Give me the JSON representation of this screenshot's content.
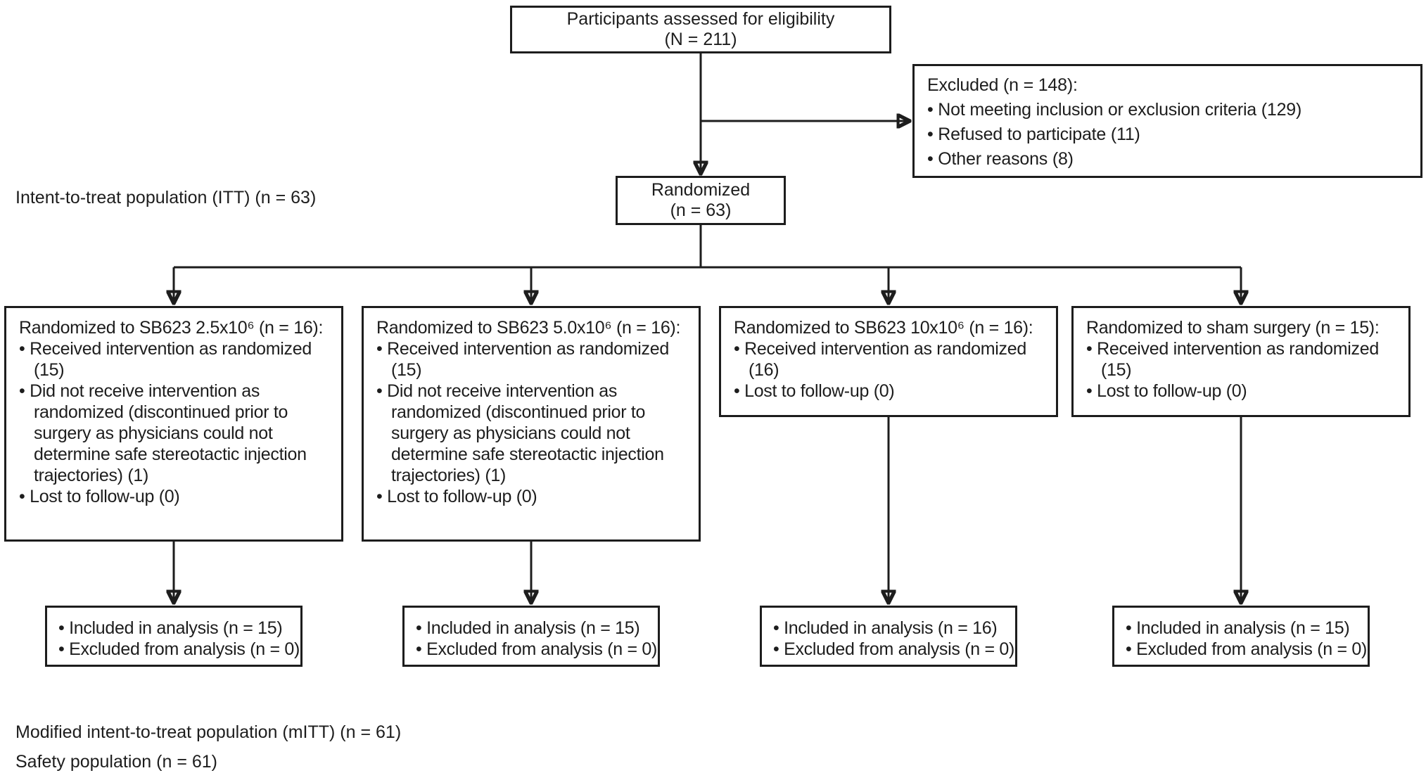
{
  "flow": {
    "colors": {
      "text": "#1d1d1d",
      "line": "#1d1d1d",
      "background": "#ffffff"
    },
    "eligibility": {
      "line1": "Participants assessed for eligibility",
      "line2": "(N = 211)"
    },
    "excluded": {
      "title": "Excluded (n = 148):",
      "items": [
        "• Not meeting inclusion or exclusion criteria (129)",
        "• Refused to participate (11)",
        "• Other reasons (8)"
      ]
    },
    "randomized": {
      "line1": "Randomized",
      "line2": "(n = 63)"
    },
    "itt_label": "Intent-to-treat population (ITT) (n = 63)",
    "arms": [
      {
        "title": "Randomized to SB623 2.5x10⁶ (n = 16):",
        "items": [
          "• Received intervention as randomized (15)",
          "• Did not receive intervention as randomized (discontinued prior to surgery as physicians could not determine safe stereotactic injection trajectories) (1)",
          "• Lost to follow-up (0)"
        ]
      },
      {
        "title": "Randomized to SB623 5.0x10⁶ (n = 16):",
        "items": [
          "• Received intervention as randomized (15)",
          "• Did not receive intervention as randomized (discontinued prior to surgery as physicians could not determine safe stereotactic injection trajectories) (1)",
          "• Lost to follow-up (0)"
        ]
      },
      {
        "title": "Randomized to SB623 10x10⁶ (n = 16):",
        "items": [
          "• Received intervention as randomized (16)",
          "• Lost to follow-up (0)"
        ]
      },
      {
        "title": "Randomized to sham surgery (n = 15):",
        "items": [
          "• Received intervention as randomized (15)",
          "• Lost to follow-up (0)"
        ]
      }
    ],
    "analysis": [
      {
        "items": [
          "• Included in analysis (n = 15)",
          "• Excluded from analysis (n = 0)"
        ]
      },
      {
        "items": [
          "• Included in analysis (n = 15)",
          "• Excluded from analysis (n = 0)"
        ]
      },
      {
        "items": [
          "• Included in analysis (n = 16)",
          "• Excluded from analysis (n = 0)"
        ]
      },
      {
        "items": [
          "• Included in analysis (n = 15)",
          "• Excluded from analysis (n = 0)"
        ]
      }
    ],
    "mitt_label": "Modified intent-to-treat population (mITT) (n = 61)",
    "safety_label": "Safety population (n = 61)"
  }
}
